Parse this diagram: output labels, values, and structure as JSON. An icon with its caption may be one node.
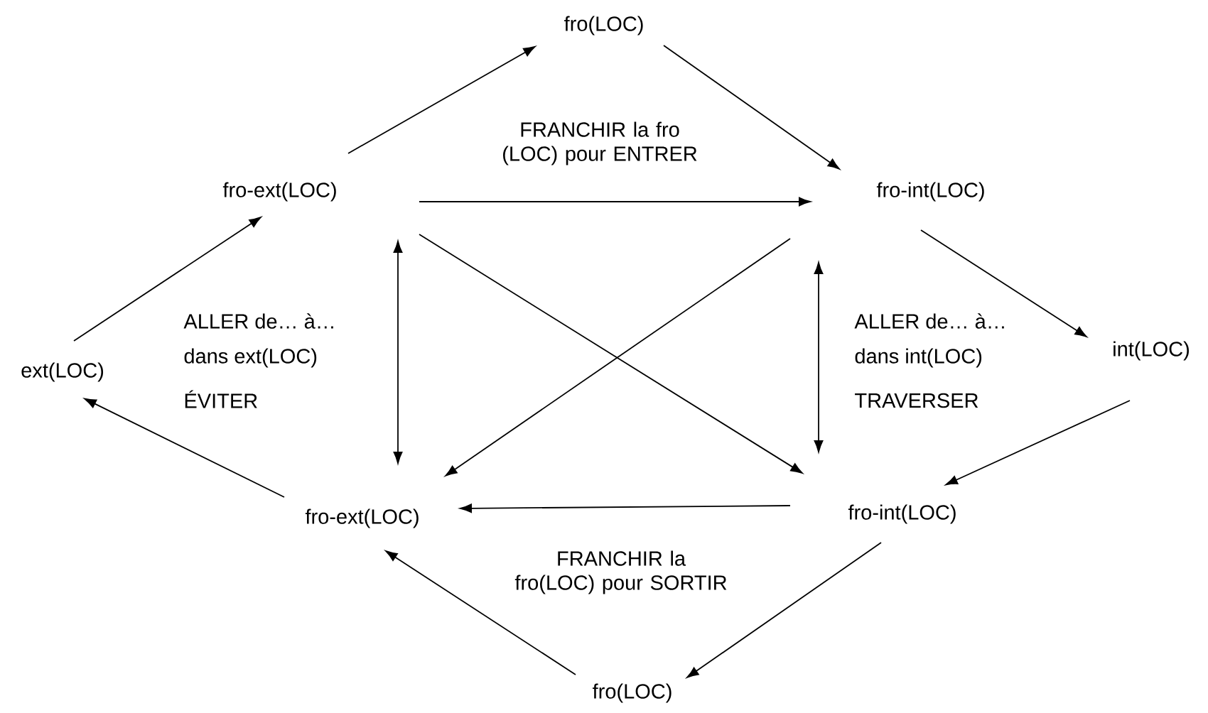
{
  "diagram": {
    "nodes": [
      {
        "text": [
          "fro(LOC)"
        ]
      },
      {
        "text": [
          "fro-ext(LOC)"
        ]
      },
      {
        "text": [
          "fro-int(LOC)"
        ]
      },
      {
        "text": [
          "ext(LOC)"
        ]
      },
      {
        "text": [
          "int(LOC)"
        ]
      },
      {
        "text": [
          "fro-ext(LOC)"
        ]
      },
      {
        "text": [
          "fro-int(LOC)"
        ]
      },
      {
        "text": [
          "fro(LOC)"
        ]
      }
    ],
    "edges": [
      {
        "from": 3,
        "to": 1,
        "arrow": "to"
      },
      {
        "from": 1,
        "to": 0,
        "arrow": "to"
      },
      {
        "from": 0,
        "to": 2,
        "arrow": "to"
      },
      {
        "from": 1,
        "to": 2,
        "arrow": "to",
        "label": "FRANCHIR la fro (LOC) pour ENTRER"
      },
      {
        "from": 2,
        "to": 4,
        "arrow": "to"
      },
      {
        "from": 4,
        "to": 6,
        "arrow": "to"
      },
      {
        "from": 6,
        "to": 5,
        "arrow": "to",
        "label": "FRANCHIR la fro(LOC) pour SORTIR"
      },
      {
        "from": 6,
        "to": 7,
        "arrow": "to"
      },
      {
        "from": 7,
        "to": 5,
        "arrow": "to"
      },
      {
        "from": 5,
        "to": 3,
        "arrow": "to"
      },
      {
        "from": 1,
        "to": 5,
        "arrow": "both"
      },
      {
        "from": 2,
        "to": 6,
        "arrow": "both"
      },
      {
        "from": 1,
        "to": 6,
        "arrow": "to"
      },
      {
        "from": 2,
        "to": 5,
        "arrow": "to"
      }
    ],
    "labels": [
      "ALLER de… à…",
      "dans ext(LOC)",
      "ÉVITER",
      "ALLER de… à…",
      "dans int(LOC)",
      "TRAVERSER"
    ]
  }
}
